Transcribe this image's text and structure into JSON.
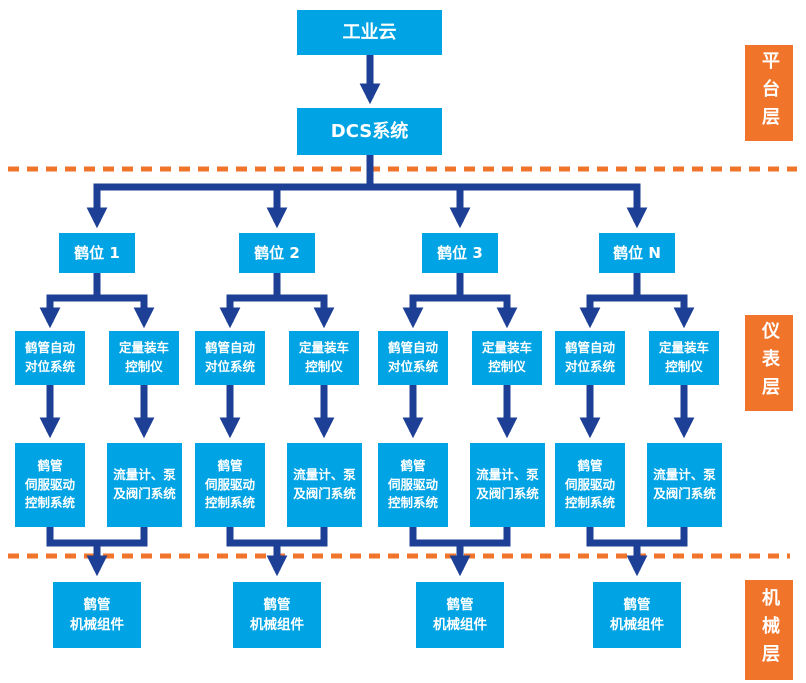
{
  "colors": {
    "node_cyan": "#00A4E4",
    "connector_navy": "#1E3F96",
    "layer_orange": "#F0752B"
  },
  "platform_layer": {
    "cloud_label": "工业云",
    "dcs_label": "DCS系统"
  },
  "layer_tabs": [
    {
      "label": "平台层"
    },
    {
      "label": "仪表层"
    },
    {
      "label": "机械层"
    }
  ],
  "groups": [
    {
      "station_label": "鹤位 1",
      "alignment_system_label": "鹤管自动\n对位系统",
      "loading_controller_label": "定量装车\n控制仪",
      "servo_drive_label": "鹤管\n伺服驱动\n控制系统",
      "flow_pump_valve_label": "流量计、泵\n及阀门系统",
      "mechanical_label": "鹤管\n机械组件"
    },
    {
      "station_label": "鹤位 2",
      "alignment_system_label": "鹤管自动\n对位系统",
      "loading_controller_label": "定量装车\n控制仪",
      "servo_drive_label": "鹤管\n伺服驱动\n控制系统",
      "flow_pump_valve_label": "流量计、泵\n及阀门系统",
      "mechanical_label": "鹤管\n机械组件"
    },
    {
      "station_label": "鹤位 3",
      "alignment_system_label": "鹤管自动\n对位系统",
      "loading_controller_label": "定量装车\n控制仪",
      "servo_drive_label": "鹤管\n伺服驱动\n控制系统",
      "flow_pump_valve_label": "流量计、泵\n及阀门系统",
      "mechanical_label": "鹤管\n机械组件"
    },
    {
      "station_label": "鹤位 N",
      "alignment_system_label": "鹤管自动\n对位系统",
      "loading_controller_label": "定量装车\n控制仪",
      "servo_drive_label": "鹤管\n伺服驱动\n控制系统",
      "flow_pump_valve_label": "流量计、泵\n及阀门系统",
      "mechanical_label": "鹤管\n机械组件"
    }
  ]
}
